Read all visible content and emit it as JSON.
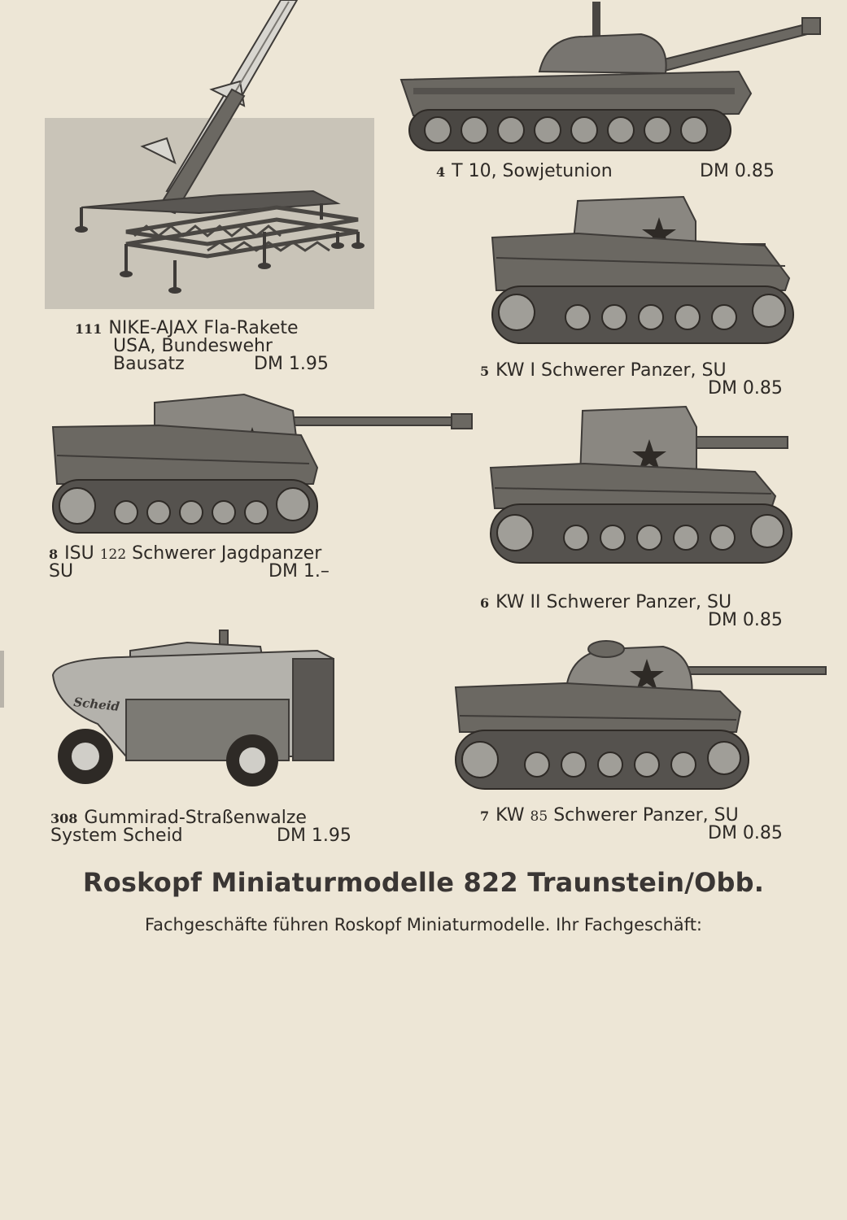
{
  "items": [
    {
      "num": "111",
      "lines": [
        "NIKE-AJAX Fla-Rakete",
        "USA, Bundeswehr",
        "Bausatz"
      ],
      "price": "DM 1.95"
    },
    {
      "num": "4",
      "name": "T 10, Sowjetunion",
      "price": "DM 0.85"
    },
    {
      "num": "5",
      "name": "KW I Schwerer Panzer, SU",
      "price": "DM 0.85"
    },
    {
      "num": "8",
      "name_a": "ISU",
      "name_small": "122",
      "name_b": "Schwerer Jagdpanzer",
      "line2": "SU",
      "price": "DM 1.–"
    },
    {
      "num": "6",
      "name": "KW II Schwerer Panzer, SU",
      "price": "DM 0.85"
    },
    {
      "num": "308",
      "lines": [
        "Gummirad-Straßenwalze",
        "System Scheid"
      ],
      "price": "DM 1.95",
      "roller_logo": "Scheid"
    },
    {
      "num": "7",
      "name_a": "KW",
      "name_small": "85",
      "name_b": "Schwerer Panzer, SU",
      "price": "DM 0.85"
    }
  ],
  "footer": {
    "headline": "Roskopf Miniaturmodelle 822 Traunstein/Obb.",
    "subline": "Fachgeschäfte führen Roskopf Miniaturmodelle. Ihr Fachgeschäft:"
  },
  "icons": [
    "missile-launcher-image",
    "tank-t10-image",
    "tank-kw1-image",
    "tank-isu122-image",
    "tank-kw2-image",
    "road-roller-image",
    "tank-kw85-image",
    "red-star-icon"
  ],
  "colors": {
    "paper": "#ede6d6",
    "ink": "#2e2a26",
    "model": "#6b6862",
    "model_dark": "#4a4743",
    "model_light": "#8c8a84"
  }
}
